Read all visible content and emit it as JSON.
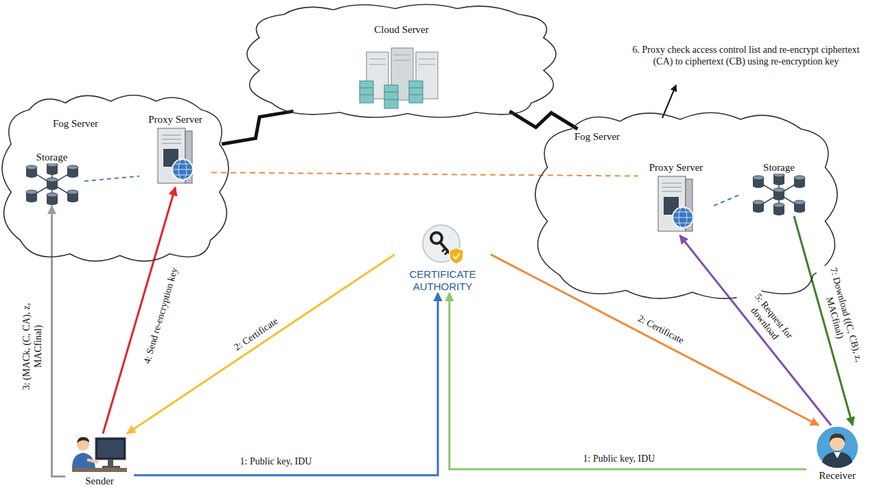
{
  "diagram": {
    "nodes": [
      {
        "text": [
          "Cloud Server"
        ]
      },
      {
        "text": [
          "Fog Server"
        ]
      },
      {
        "text": [
          "Storage"
        ],
        "in": 1
      },
      {
        "text": [
          "Proxy Server"
        ],
        "in": 1
      },
      {
        "text": [
          "Fog Server"
        ]
      },
      {
        "text": [
          "Proxy Server"
        ],
        "in": 4
      },
      {
        "text": [
          "Storage"
        ],
        "in": 4
      },
      {
        "text": [
          "CERTIFICATE AUTHORITY"
        ]
      },
      {
        "text": [
          "Sender"
        ]
      },
      {
        "text": [
          "Receiver"
        ]
      }
    ],
    "edges": [
      {
        "from": 8,
        "to": 7,
        "arrow": "to",
        "label": "1: Public key, IDU"
      },
      {
        "from": 9,
        "to": 7,
        "arrow": "to",
        "label": "1: Public key, IDU"
      },
      {
        "from": 7,
        "to": 8,
        "arrow": "to",
        "label": "2: Certificate"
      },
      {
        "from": 7,
        "to": 9,
        "arrow": "to",
        "label": "2: Certificate"
      },
      {
        "from": 8,
        "to": 2,
        "arrow": "to",
        "label": "3: (MACk, (C, CA), z, MACfinal)"
      },
      {
        "from": 8,
        "to": 3,
        "arrow": "to",
        "label": "4: Send re-encryption key"
      },
      {
        "from": 9,
        "to": 5,
        "arrow": "to",
        "label": "5: Request for download"
      },
      {
        "from": 6,
        "to": 9,
        "arrow": "to",
        "label": "7: Download ((C, CB), z, MACfinal)"
      },
      {
        "from": 0,
        "to": 1,
        "arrow": "none"
      },
      {
        "from": 0,
        "to": 4,
        "arrow": "none"
      },
      {
        "from": 3,
        "to": 5,
        "arrow": "none"
      },
      {
        "from": 2,
        "to": 3,
        "arrow": "none"
      },
      {
        "from": 5,
        "to": 6,
        "arrow": "none"
      }
    ],
    "labels": [
      "6. Proxy check access control list and re-encrypt ciphertext (CA) to ciphertext (CB) using re-encryption key"
    ]
  }
}
